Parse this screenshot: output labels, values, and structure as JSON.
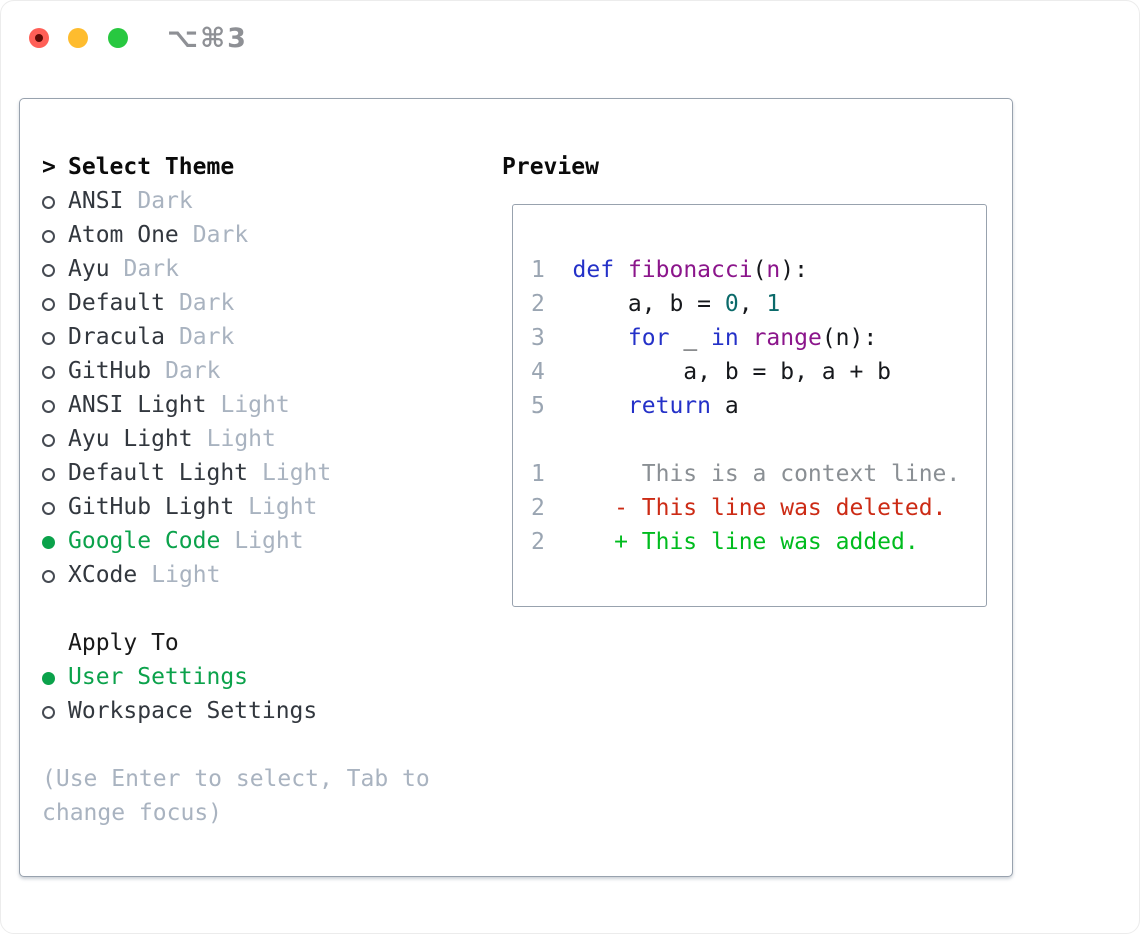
{
  "window": {
    "title": "⌥⌘3"
  },
  "theme_panel": {
    "header_prefix": ">",
    "header": "Select Theme",
    "items": [
      {
        "name": "ANSI",
        "badge": "Dark",
        "selected": false
      },
      {
        "name": "Atom One",
        "badge": "Dark",
        "selected": false
      },
      {
        "name": "Ayu",
        "badge": "Dark",
        "selected": false
      },
      {
        "name": "Default",
        "badge": "Dark",
        "selected": false
      },
      {
        "name": "Dracula",
        "badge": "Dark",
        "selected": false
      },
      {
        "name": "GitHub",
        "badge": "Dark",
        "selected": false
      },
      {
        "name": "ANSI Light",
        "badge": "Light",
        "selected": false
      },
      {
        "name": "Ayu Light",
        "badge": "Light",
        "selected": false
      },
      {
        "name": "Default Light",
        "badge": "Light",
        "selected": false
      },
      {
        "name": "GitHub Light",
        "badge": "Light",
        "selected": false
      },
      {
        "name": "Google Code",
        "badge": "Light",
        "selected": true
      },
      {
        "name": "XCode",
        "badge": "Light",
        "selected": false
      }
    ],
    "apply_to": {
      "header": "Apply To",
      "options": [
        {
          "name": "User Settings",
          "selected": true
        },
        {
          "name": "Workspace Settings",
          "selected": false
        }
      ]
    },
    "hint": "(Use Enter to select, Tab to change focus)"
  },
  "preview": {
    "header": "Preview",
    "code_lines": [
      {
        "num": "1",
        "tokens": [
          {
            "t": "def",
            "s": "kw"
          },
          {
            "t": " "
          },
          {
            "t": "fibonacci",
            "s": "fn"
          },
          {
            "t": "("
          },
          {
            "t": "n",
            "s": "fn"
          },
          {
            "t": "):"
          }
        ]
      },
      {
        "num": "2",
        "tokens": [
          {
            "t": "    a, b = "
          },
          {
            "t": "0",
            "s": "num"
          },
          {
            "t": ", "
          },
          {
            "t": "1",
            "s": "num"
          }
        ]
      },
      {
        "num": "3",
        "tokens": [
          {
            "t": "    "
          },
          {
            "t": "for",
            "s": "kw"
          },
          {
            "t": " _ "
          },
          {
            "t": "in",
            "s": "kw"
          },
          {
            "t": " "
          },
          {
            "t": "range",
            "s": "fn"
          },
          {
            "t": "(n):"
          }
        ]
      },
      {
        "num": "4",
        "tokens": [
          {
            "t": "        a, b = b, a + b"
          }
        ]
      },
      {
        "num": "5",
        "tokens": [
          {
            "t": "    "
          },
          {
            "t": "return",
            "s": "kw"
          },
          {
            "t": " a"
          }
        ]
      }
    ],
    "diff_lines": [
      {
        "num": "1",
        "tokens": [
          {
            "t": "     This is a context line.",
            "s": "ctx"
          }
        ]
      },
      {
        "num": "2",
        "tokens": [
          {
            "t": "   - This line was deleted.",
            "s": "del"
          }
        ]
      },
      {
        "num": "2",
        "tokens": [
          {
            "t": "   + This line was added.",
            "s": "add"
          }
        ]
      }
    ]
  },
  "colors": {
    "ui_green": "#0ba24b",
    "keyword_blue": "#2431c8",
    "function_purple": "#8b158b",
    "number_teal": "#0b6a6a",
    "context_gray": "#8a8f94",
    "deleted_red": "#cc2b15",
    "added_green": "#00bc1e",
    "badge_gray": "#a9b3c0",
    "line_number_gray": "#9aa5b2",
    "border_gray": "#98a2ae",
    "traffic_red": "#ff5f57",
    "traffic_yellow": "#febc2e",
    "traffic_green": "#28c840",
    "title_gray": "#8e9095"
  }
}
